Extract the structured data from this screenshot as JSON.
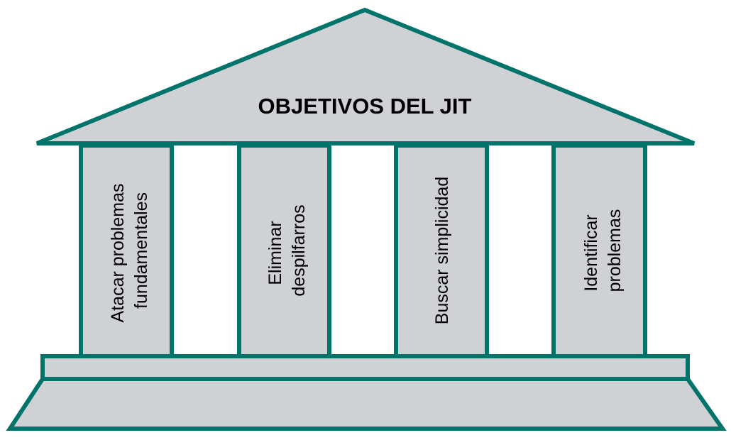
{
  "title": "OBJETIVOS DEL JIT",
  "pillars": [
    {
      "lines": [
        "Atacar problemas",
        "fundamentales"
      ]
    },
    {
      "lines": [
        "Eliminar",
        "despilfarros"
      ]
    },
    {
      "lines": [
        "Buscar simplicidad"
      ]
    },
    {
      "lines": [
        "Identificar",
        "problemas"
      ]
    }
  ],
  "colors": {
    "stroke": "#00736a",
    "fill": "#d0d1d4"
  }
}
